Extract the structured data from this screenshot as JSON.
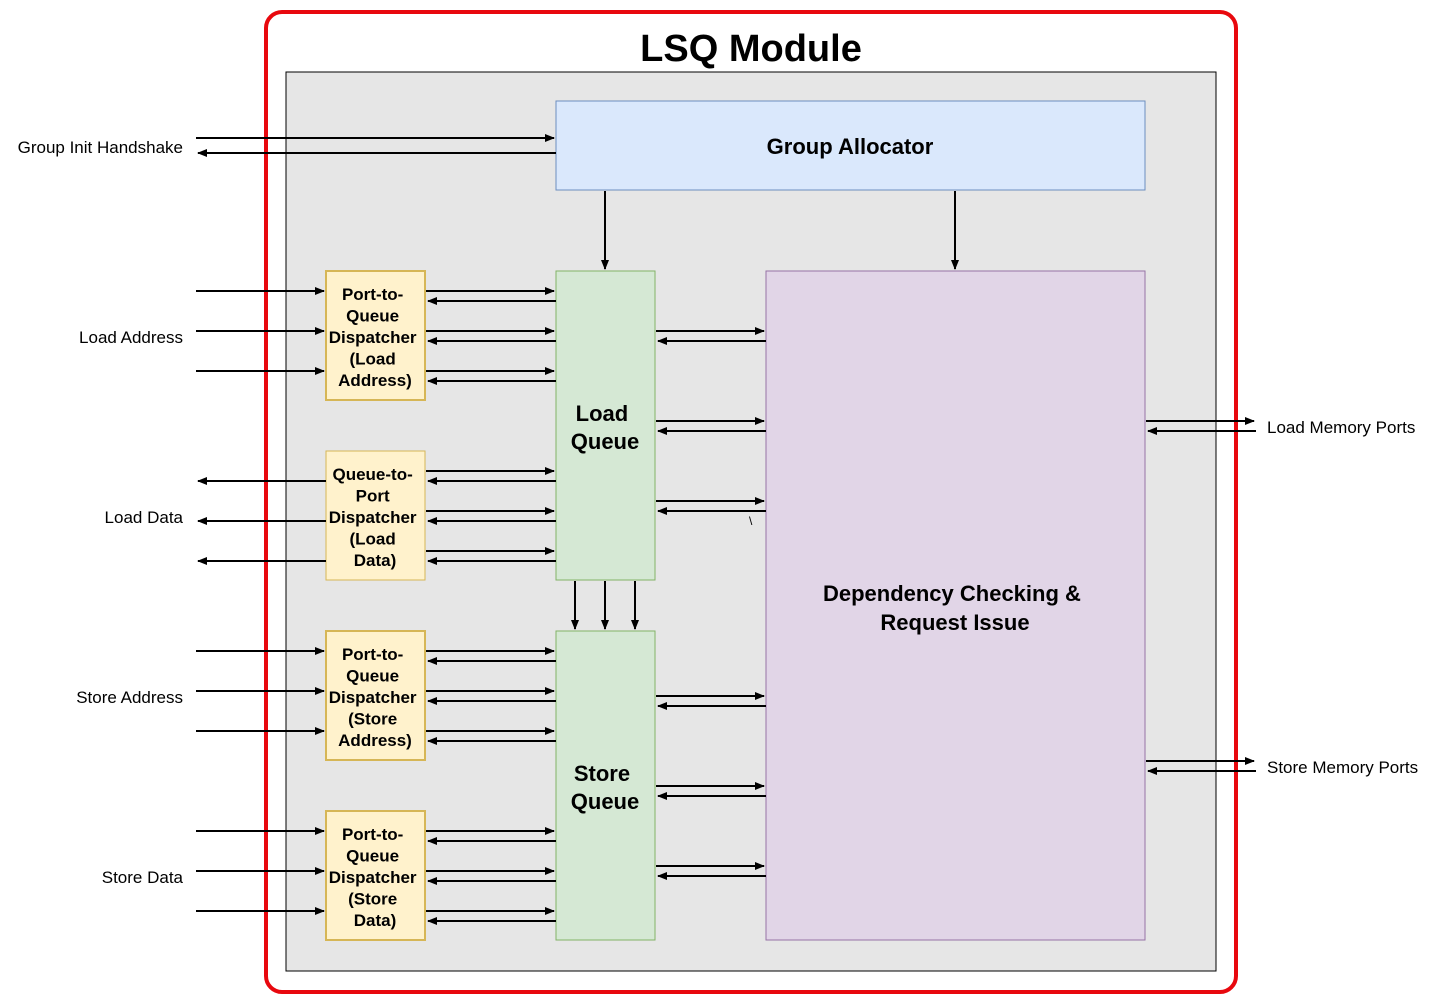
{
  "title": "LSQ Module",
  "blocks": {
    "group_allocator": "Group Allocator",
    "load_queue": [
      "Load",
      "Queue"
    ],
    "store_queue": [
      "Store",
      "Queue"
    ],
    "dependency": [
      "Dependency Checking &",
      "Request Issue"
    ],
    "dispatch_load_address": [
      "Port-to-",
      "Queue",
      "Dispatcher",
      "(Load",
      "Address)"
    ],
    "dispatch_load_data": [
      "Queue-to-",
      "Port",
      "Dispatcher",
      "(Load",
      "Data)"
    ],
    "dispatch_store_address": [
      "Port-to-",
      "Queue",
      "Dispatcher",
      "(Store",
      "Address)"
    ],
    "dispatch_store_data": [
      "Port-to-",
      "Queue",
      "Dispatcher",
      "(Store",
      "Data)"
    ]
  },
  "ports": {
    "group_init": "Group Init Handshake",
    "load_address": "Load Address",
    "load_data": "Load Data",
    "store_address": "Store Address",
    "store_data": "Store Data",
    "load_memory": "Load Memory Ports",
    "store_memory": "Store Memory Ports"
  },
  "stray_mark": "\\",
  "colors": {
    "outer_border": "#e8080e",
    "inner_bg": "#e6e6e6",
    "allocator_fill": "#dae8fc",
    "allocator_stroke": "#6c8ebf",
    "queue_fill": "#d5e8d4",
    "queue_stroke": "#82b366",
    "dispatcher_fill": "#fff2cc",
    "dispatcher_stroke": "#d6b656",
    "dependency_fill": "#e1d5e7",
    "dependency_stroke": "#9673a6"
  }
}
